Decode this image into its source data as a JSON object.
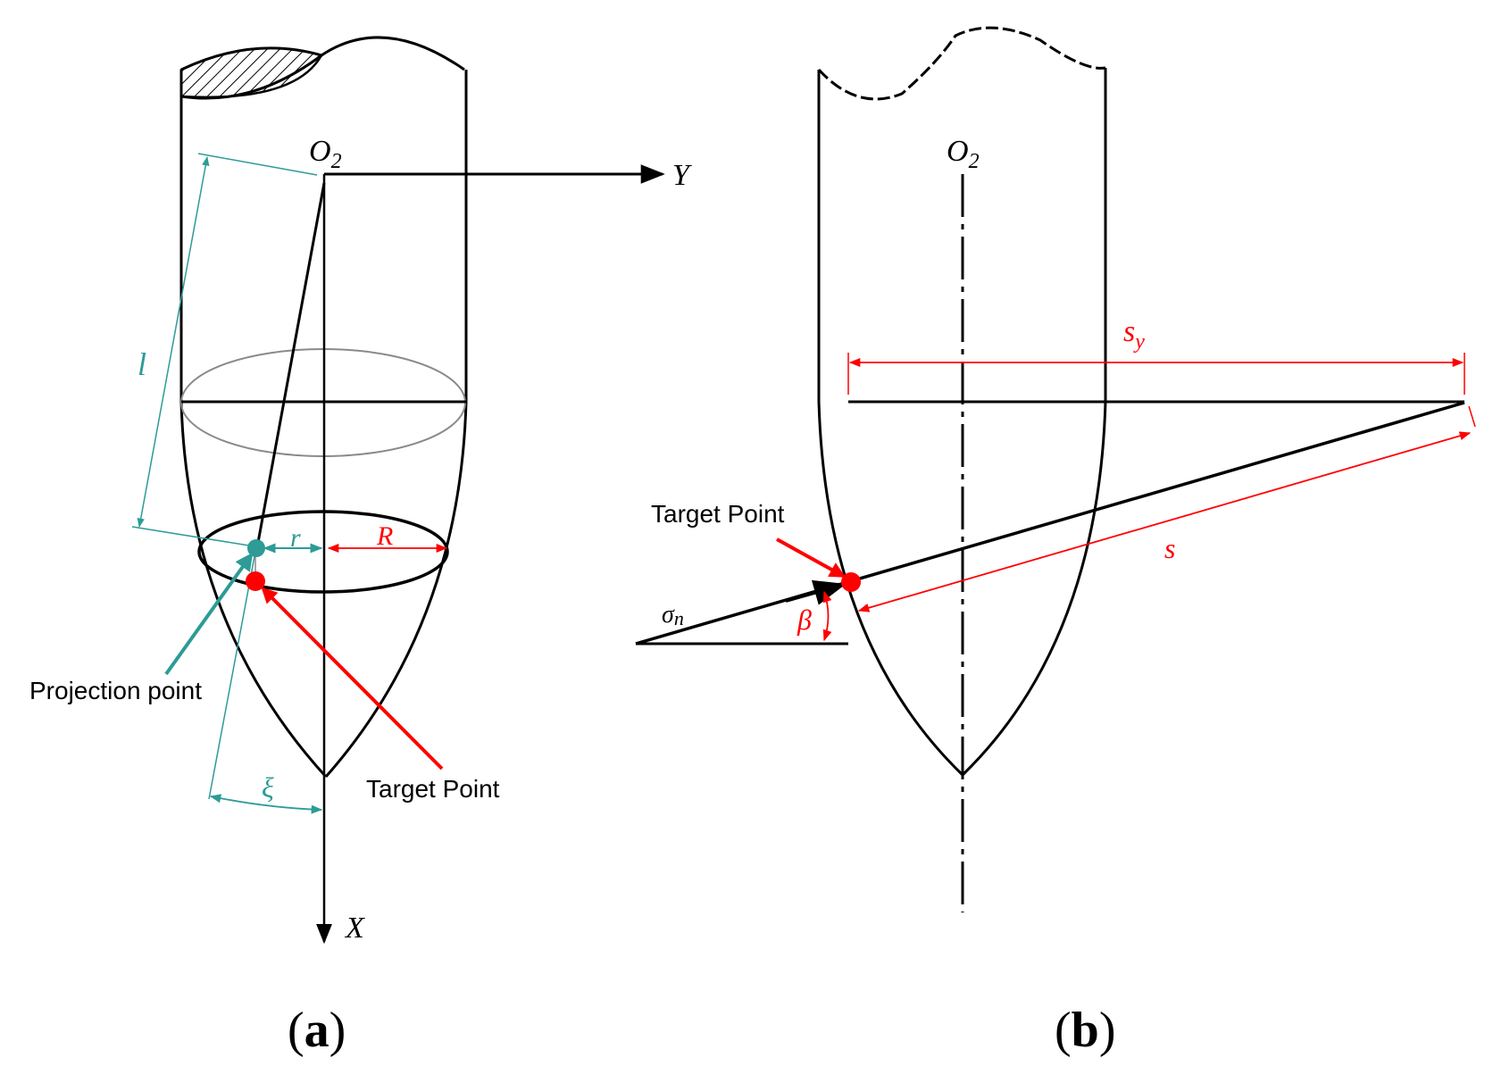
{
  "panel_a": {
    "caption": {
      "open": "(",
      "letter": "a",
      "close": ")"
    },
    "origin_label": {
      "main": "O",
      "sub": "2"
    },
    "y_axis_label": "Y",
    "x_axis_label": "X",
    "l_label": "l",
    "r_label": "r",
    "R_label": "R",
    "xi_label": "ξ",
    "projection_point_label": "Projection point",
    "target_point_label": "Target Point"
  },
  "panel_b": {
    "caption": {
      "open": "(",
      "letter": "b",
      "close": ")"
    },
    "origin_label": {
      "main": "O",
      "sub": "2"
    },
    "sy_label": {
      "main": "s",
      "sub": "y"
    },
    "s_label": "s",
    "sigma_label": {
      "main": "σ",
      "sub": "n"
    },
    "beta_label": "β",
    "target_point_label": "Target Point"
  },
  "colors": {
    "line": "#000000",
    "teal": "#2e9b96",
    "red": "#ff0000",
    "gray": "#8a8a8a"
  }
}
